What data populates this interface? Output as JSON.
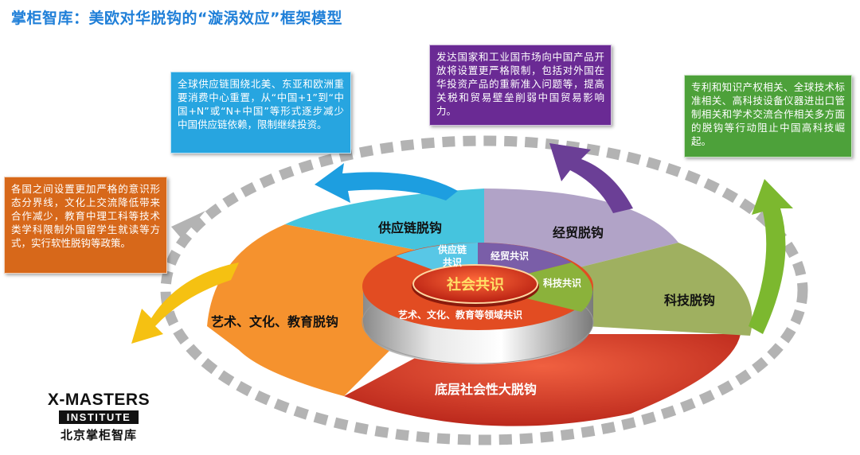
{
  "title": "掌柜智库：美欧对华脱钩的“漩涡效应”框架模型",
  "notes": {
    "supply_chain": "全球供应链围绕北美、东亚和欧洲重要消费中心重置，从“中国+1”到“中国+N”或“N+中国”等形式逐步减少中国供应链依赖，限制继续投资。",
    "trade": "发达国家和工业国市场向中国产品开放将设置更严格限制，包括对外国在华投资产品的重新准入问题等，提高关税和贸易壁垒削弱中国贸易影响力。",
    "tech": "专利和知识产权相关、全球技术标准相关、高科技设备仪器进出口管制相关和学术交流合作相关多方面的脱钩等行动阻止中国高科技崛起。",
    "culture": "各国之间设置更加严格的意识形态分界线，文化上交流降低带来合作减少，教育中理工科等技术类学科限制外国留学生就读等方式，实行软性脱钩等政策。"
  },
  "outer_ring": {
    "supply_chain": "供应链脱钩",
    "trade": "经贸脱钩",
    "tech": "科技脱钩",
    "culture": "艺术、文化、教育脱钩",
    "base": "底层社会性大脱钩"
  },
  "inner_ring": {
    "supply_chain_line1": "供应链",
    "supply_chain_line2": "共识",
    "trade": "经贸共识",
    "tech": "科技共识",
    "culture": "艺术、文化、教育等领域共识",
    "center": "社会共识"
  },
  "colors": {
    "supply_chain": "#45c4de",
    "trade": "#b1a3c7",
    "tech": "#9fb060",
    "culture": "#f5922e",
    "base": "#e1402a",
    "center": "#c9331d"
  },
  "logo": {
    "line1": "X-MASTERS",
    "line2": "INSTITUTE",
    "line3": "北京掌柜智库"
  }
}
